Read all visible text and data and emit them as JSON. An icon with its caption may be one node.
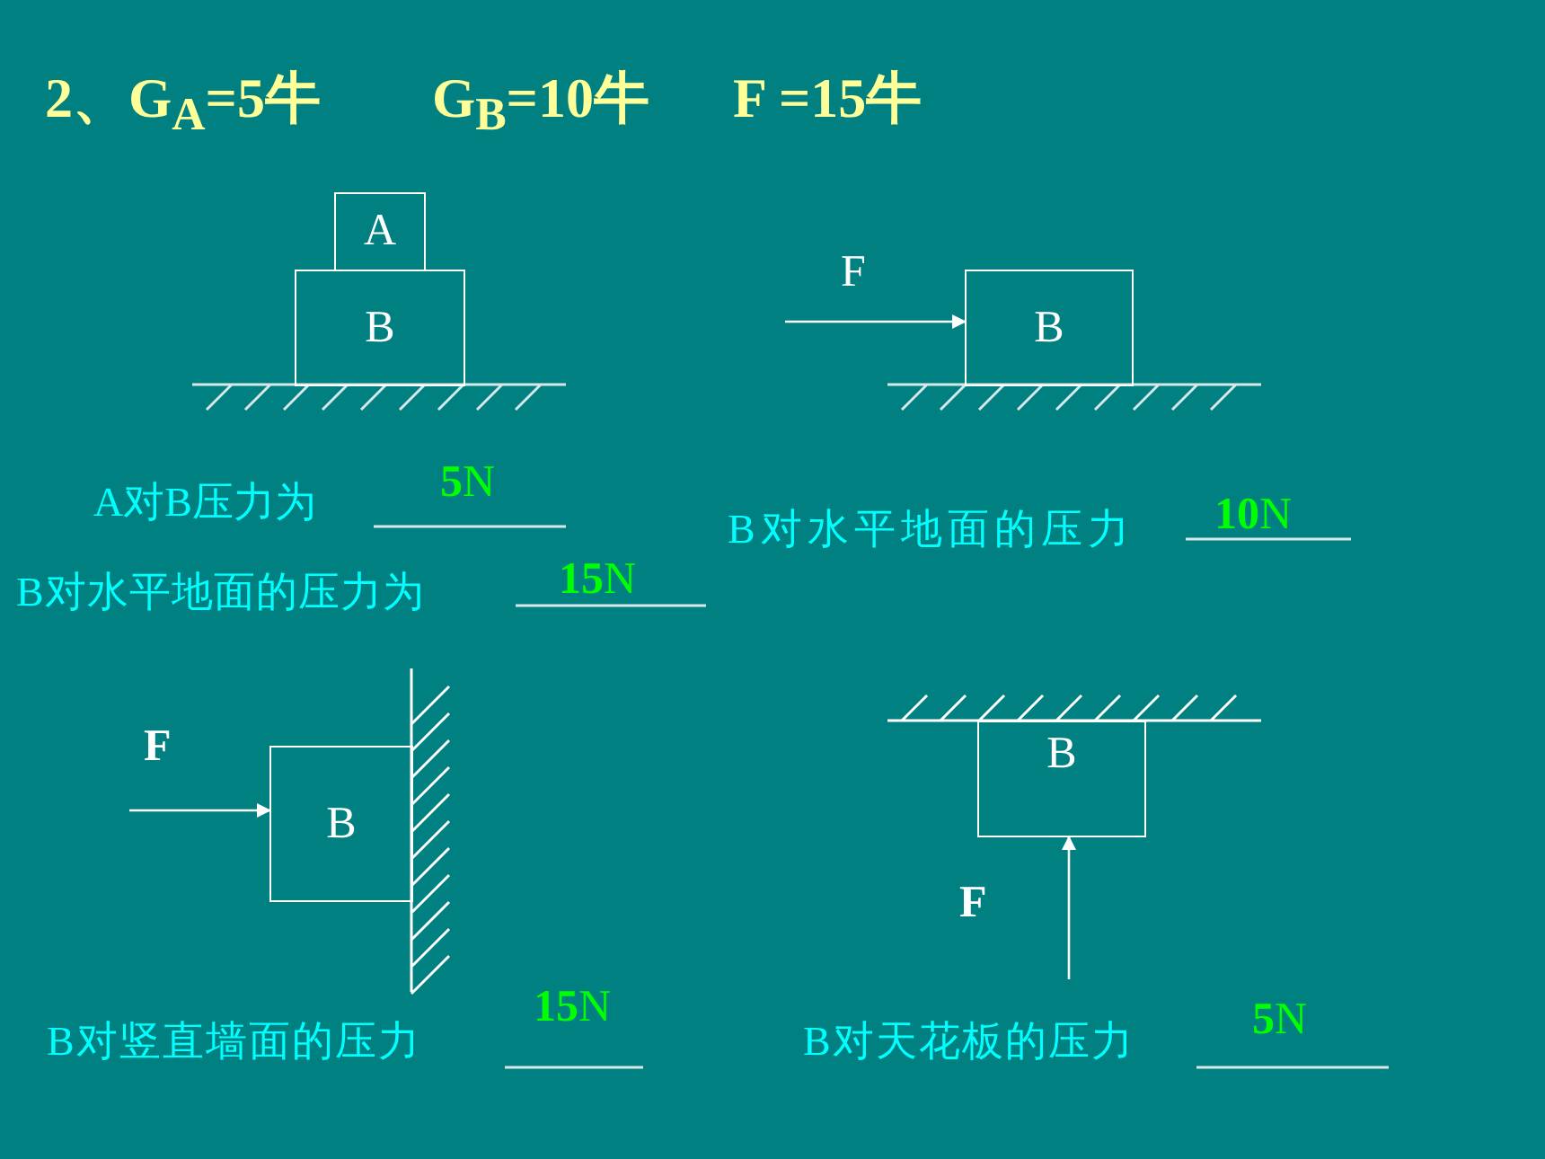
{
  "diagram": {
    "title": "2、G$_{A}$=5牛        G$_{B}$=10牛      F =15牛",
    "nodes": [
      {
        "text": [
          "A"
        ]
      },
      {
        "text": [
          "B"
        ]
      },
      {
        "text": [
          "B"
        ]
      },
      {
        "text": [
          "B"
        ]
      },
      {
        "text": [
          "B"
        ]
      }
    ],
    "edges": [
      {
        "from": null,
        "to": 2,
        "arrow": "to",
        "label": "F"
      },
      {
        "from": null,
        "to": 3,
        "arrow": "to",
        "label": "F"
      },
      {
        "from": null,
        "to": 4,
        "arrow": "to",
        "label": "F"
      }
    ],
    "labels": [
      "A对B压力为",
      "**5**N",
      "B对水平地面的压力",
      "**10**N",
      "B对水平地面的压力为",
      "**15**N",
      "B对竖直墙面的压力",
      "**15**N",
      "B对天花板的压力",
      "**5**N"
    ]
  }
}
